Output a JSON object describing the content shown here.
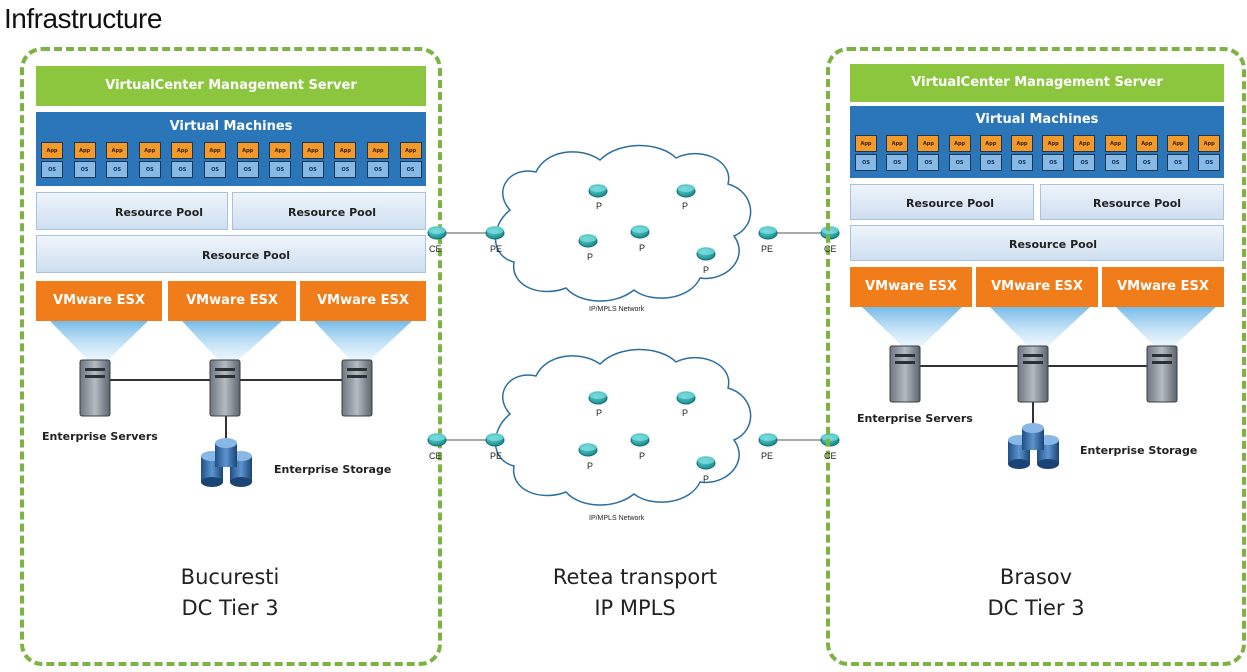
{
  "slide": {
    "title": "Infrastructure"
  },
  "left_dc": {
    "management_server": "VirtualCenter Management Server",
    "virtual_machines": "Virtual Machines",
    "vm_app_label": "App",
    "vm_os_label": "OS",
    "resource_pool_label": "Resource Pool",
    "esx_label": "VMware ESX",
    "servers_label": "Enterprise Servers",
    "storage_label": "Enterprise Storage",
    "caption_line1": "Bucuresti",
    "caption_line2": "DC Tier 3"
  },
  "right_dc": {
    "management_server": "VirtualCenter Management Server",
    "virtual_machines": "Virtual Machines",
    "vm_app_label": "App",
    "vm_os_label": "OS",
    "resource_pool_label": "Resource Pool",
    "esx_label": "VMware ESX",
    "servers_label": "Enterprise Servers",
    "storage_label": "Enterprise Storage",
    "caption_line1": "Brasov",
    "caption_line2": "DC Tier 3"
  },
  "network": {
    "cloud_label": "IP/MPLS Network",
    "ce_label": "CE",
    "pe_label": "PE",
    "p_label": "P",
    "caption_line1": "Retea transport",
    "caption_line2": "IP MPLS"
  },
  "colors": {
    "dashed_border": "#7cb342",
    "management_bar": "#8cc63f",
    "vm_bar": "#2a76b8",
    "esx_bar": "#f07d1a",
    "router": "#1aa3a8"
  },
  "icons": [
    "server-icon",
    "storage-icon",
    "router-icon",
    "cloud-icon"
  ]
}
